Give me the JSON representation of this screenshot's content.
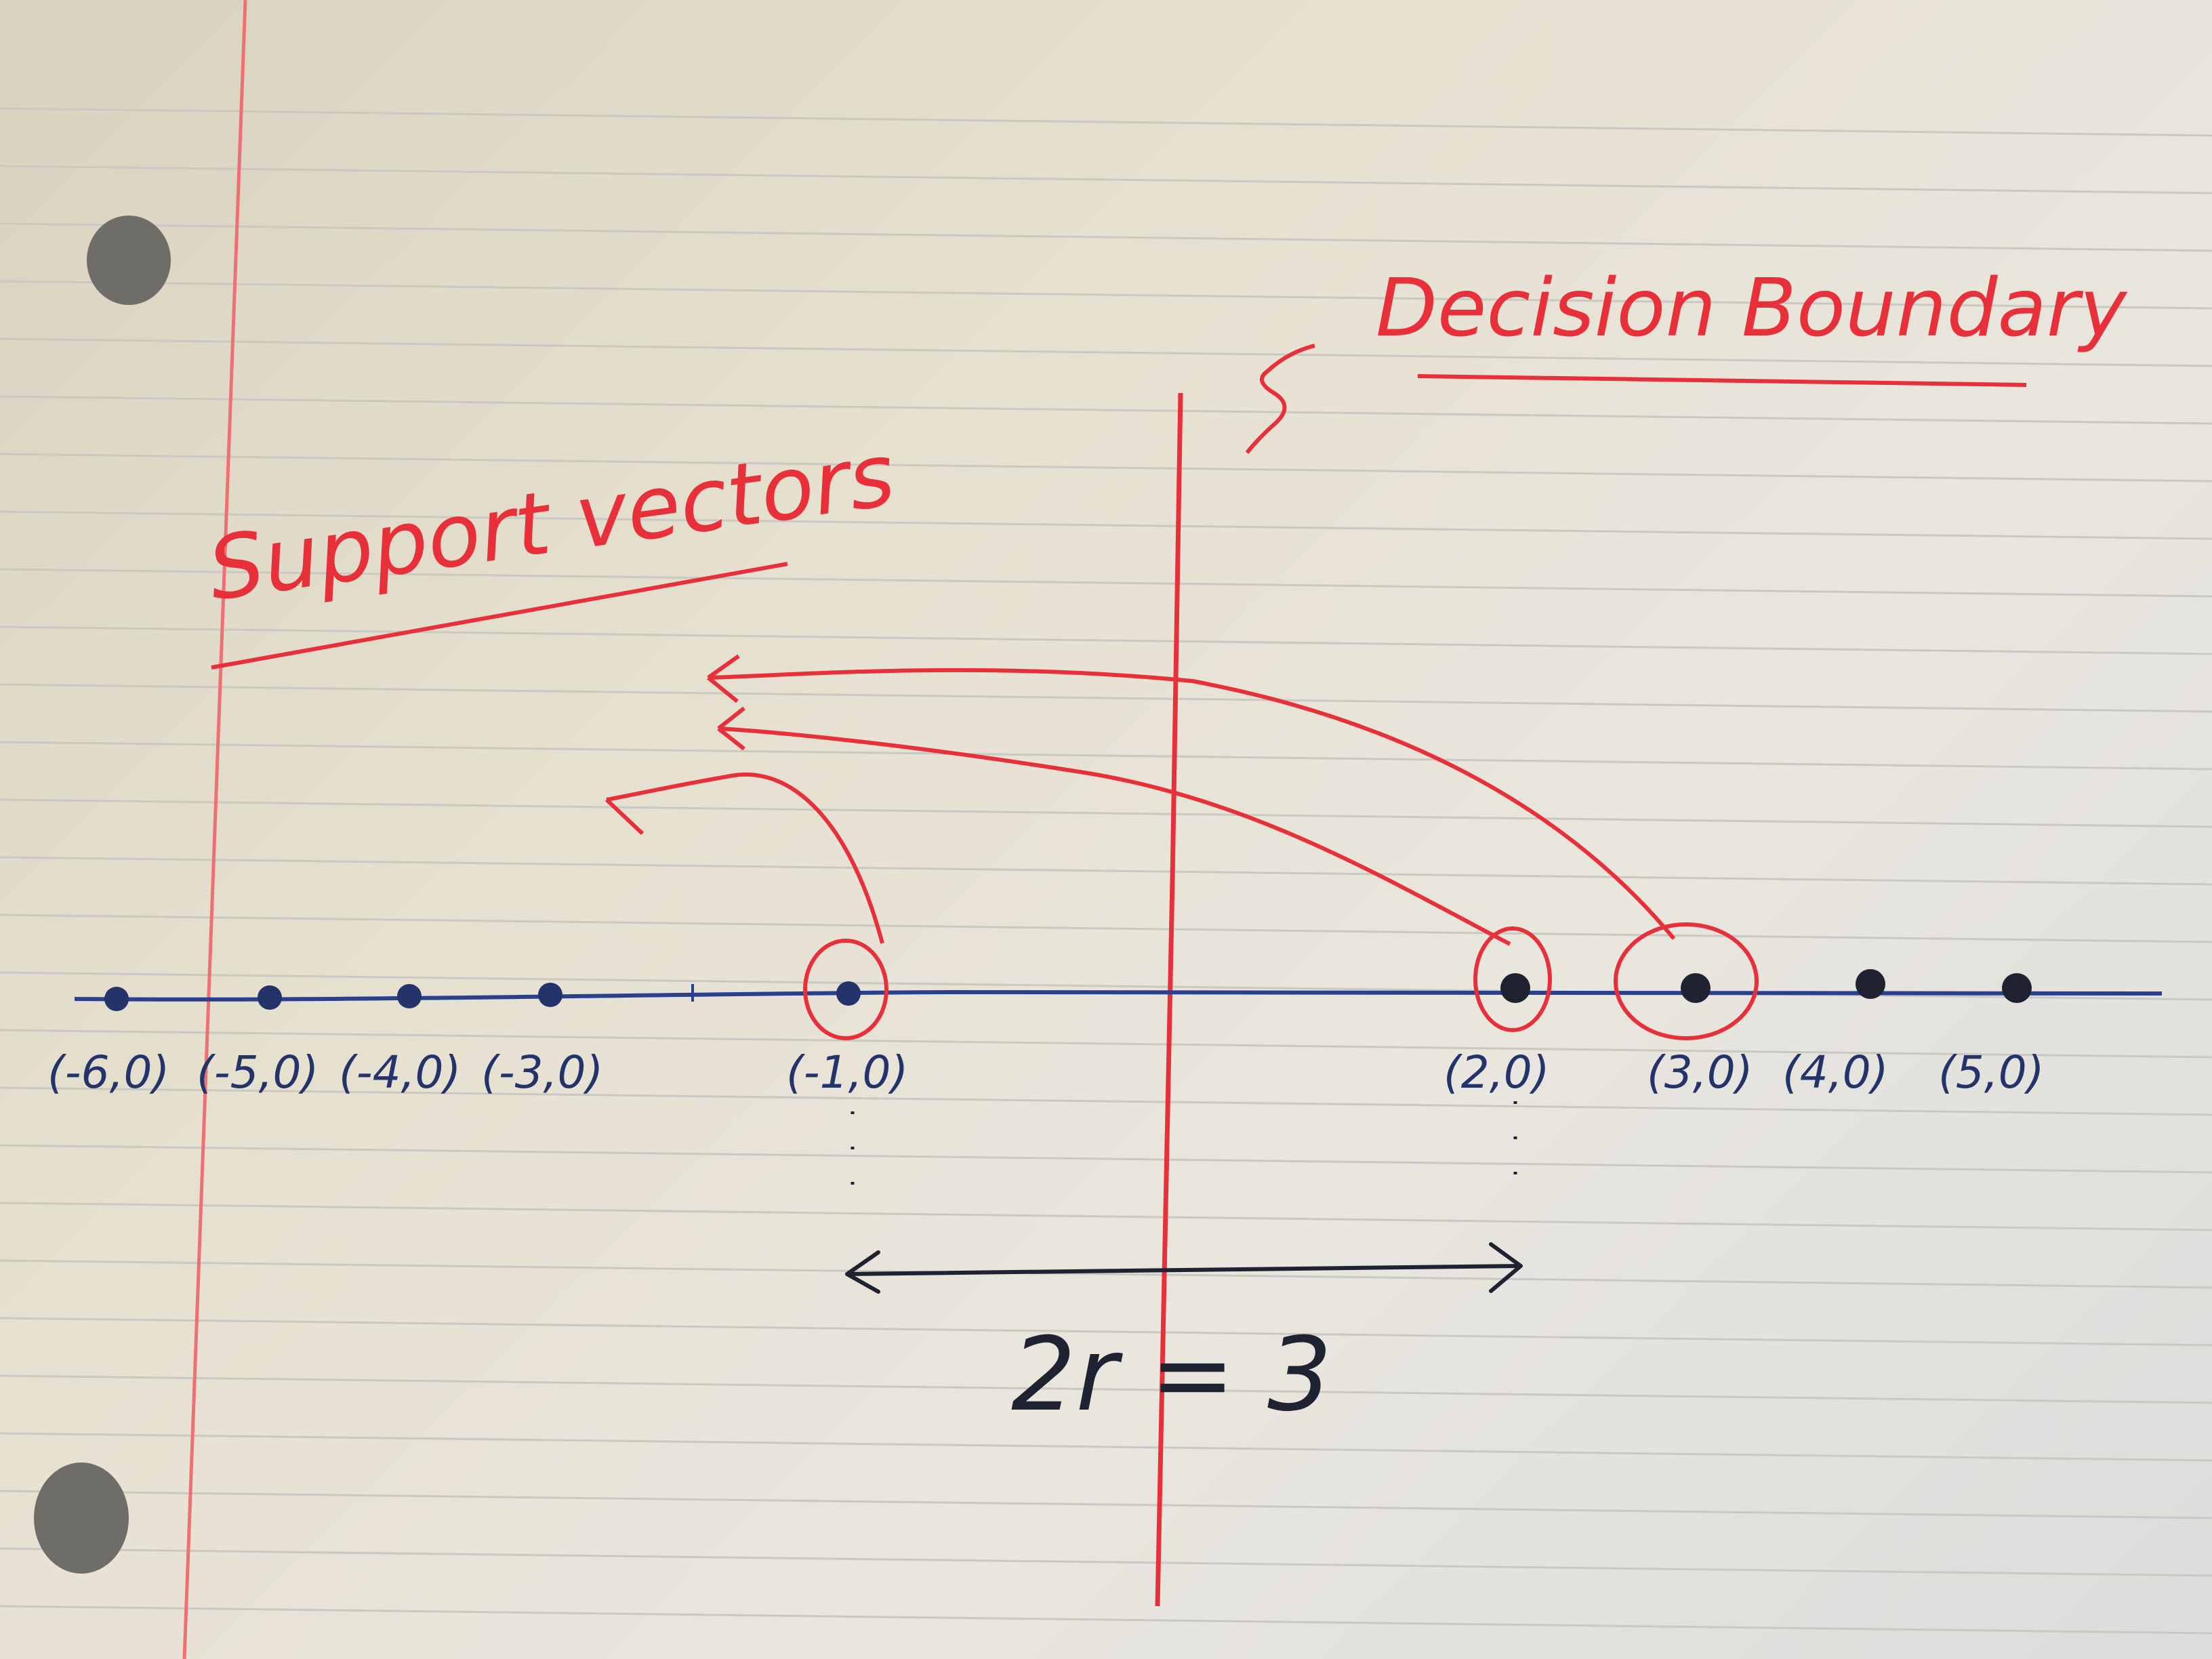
{
  "annotations": {
    "decision_boundary": "Decision Boundary",
    "support_vectors": "Support vectors",
    "margin_equation": "2r = 3"
  },
  "axis_points": [
    {
      "label": "(-6,0)",
      "class": "negative",
      "support_vector": false
    },
    {
      "label": "(-5,0)",
      "class": "negative",
      "support_vector": false
    },
    {
      "label": "(-4,0)",
      "class": "negative",
      "support_vector": false
    },
    {
      "label": "(-3,0)",
      "class": "negative",
      "support_vector": false
    },
    {
      "label": "(-1,0)",
      "class": "negative",
      "support_vector": true
    },
    {
      "label": "(2,0)",
      "class": "positive",
      "support_vector": true
    },
    {
      "label": "(3,0)",
      "class": "positive",
      "support_vector": true
    },
    {
      "label": "(4,0)",
      "class": "positive",
      "support_vector": false
    },
    {
      "label": "(5,0)",
      "class": "positive",
      "support_vector": false
    }
  ],
  "colors": {
    "paper": "#e6e1d2",
    "rule_line": "#c9c8c3",
    "margin_line": "#ef6f72",
    "ink_red": "#e8303a",
    "ink_blue": "#24336a",
    "ink_black": "#1f2230",
    "hole": "#6f6d68"
  }
}
